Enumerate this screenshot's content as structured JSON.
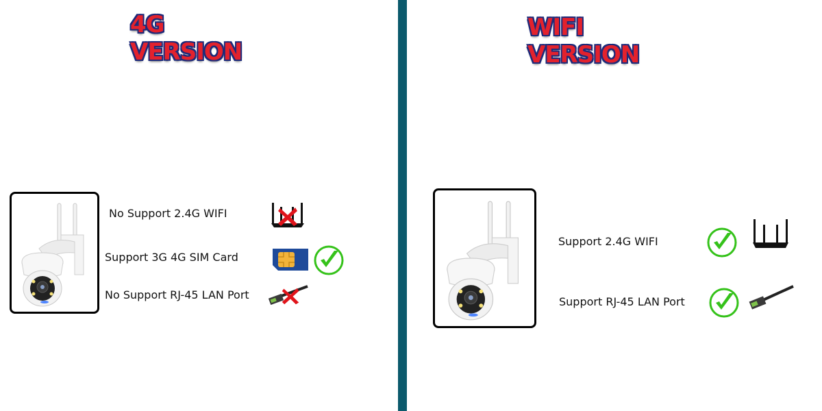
{
  "left": {
    "title": "4G VERSION",
    "features": [
      {
        "label": "No Support 2.4G WIFI",
        "icon": "router-icon",
        "status": "unsupported"
      },
      {
        "label": "Support 3G 4G SIM Card",
        "icon": "sim-card-icon",
        "status": "supported"
      },
      {
        "label": "No Support RJ-45 LAN Port",
        "icon": "lan-cable-icon",
        "status": "unsupported"
      }
    ]
  },
  "right": {
    "title": "WIFI VERSION",
    "features": [
      {
        "label": "Support 2.4G WIFI",
        "icon": "router-icon",
        "status": "supported"
      },
      {
        "label": "Support RJ-45 LAN Port",
        "icon": "lan-cable-icon",
        "status": "supported"
      }
    ]
  },
  "colors": {
    "title": "#e3222d",
    "title_outline": "#1d2a7a",
    "divider": "#0b5a6c",
    "check": "#35c21a",
    "cross": "#e0141b",
    "sim": "#1e4a9a"
  }
}
